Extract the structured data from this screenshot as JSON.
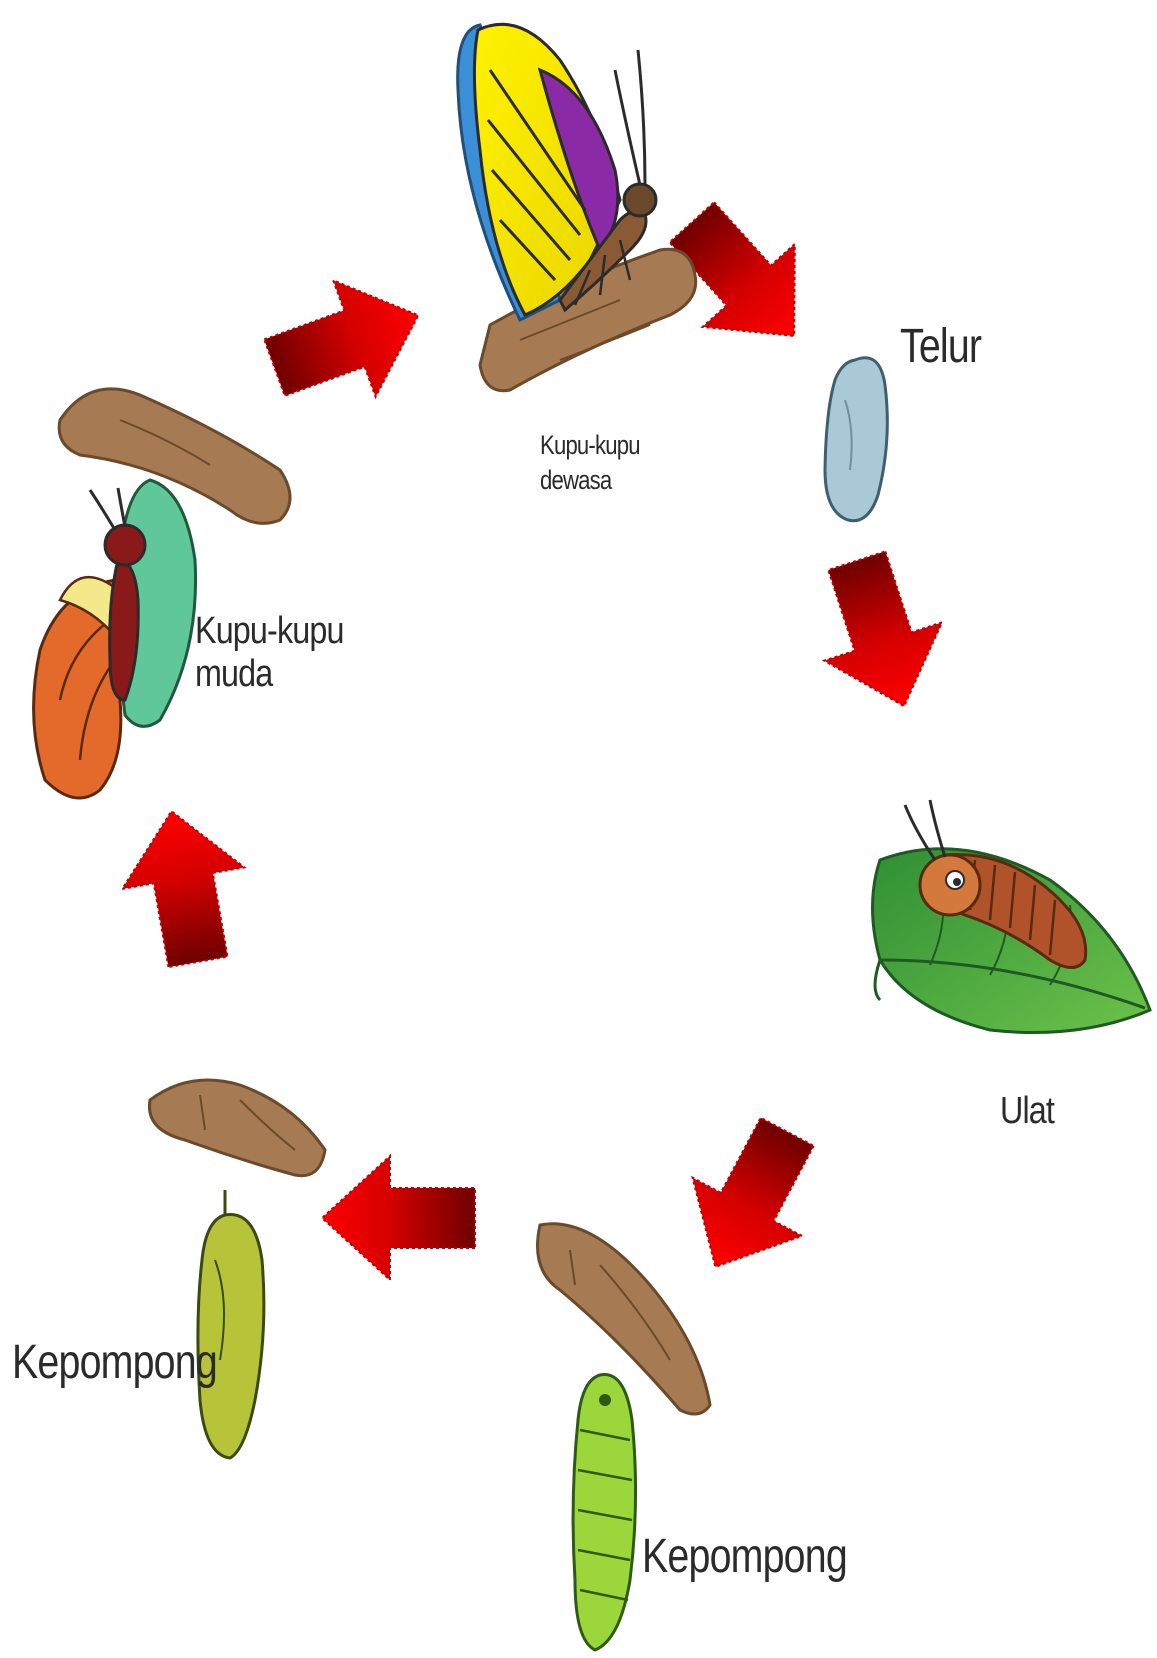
{
  "stages": [
    {
      "id": "adult",
      "label": "Kupu-kupu\ndewasa",
      "icon": "butterfly-icon"
    },
    {
      "id": "egg",
      "label": "Telur",
      "icon": "egg-icon"
    },
    {
      "id": "larva",
      "label": "Ulat",
      "icon": "caterpillar-icon"
    },
    {
      "id": "pupa-early",
      "label": "Kepompong",
      "icon": "green-chrysalis-icon"
    },
    {
      "id": "pupa-late",
      "label": "Kepompong",
      "icon": "ripe-chrysalis-icon"
    },
    {
      "id": "emerging",
      "label": "Kupu-kupu\nmuda",
      "icon": "emerging-butterfly-icon"
    }
  ],
  "colors": {
    "arrow_bright": "#ff0000",
    "arrow_dark": "#6e0000",
    "branch": "#a67a52",
    "leaf": "#3ba33f",
    "text": "#2b2b2b"
  }
}
